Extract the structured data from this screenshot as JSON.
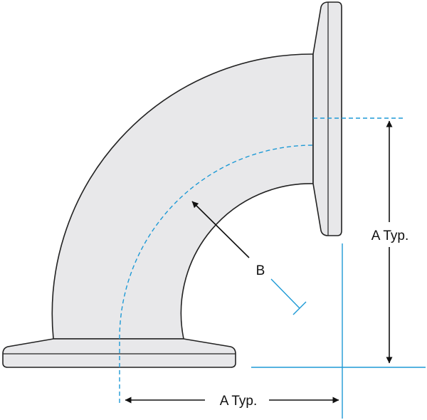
{
  "labels": {
    "vertical_dimension": "A Typ.",
    "horizontal_dimension": "A Typ.",
    "radius": "B"
  },
  "colors": {
    "part_fill": "#e8e8ea",
    "part_stroke": "#222222",
    "centerline": "#1e9ad6",
    "dimension": "#111111",
    "background": "#ffffff"
  }
}
